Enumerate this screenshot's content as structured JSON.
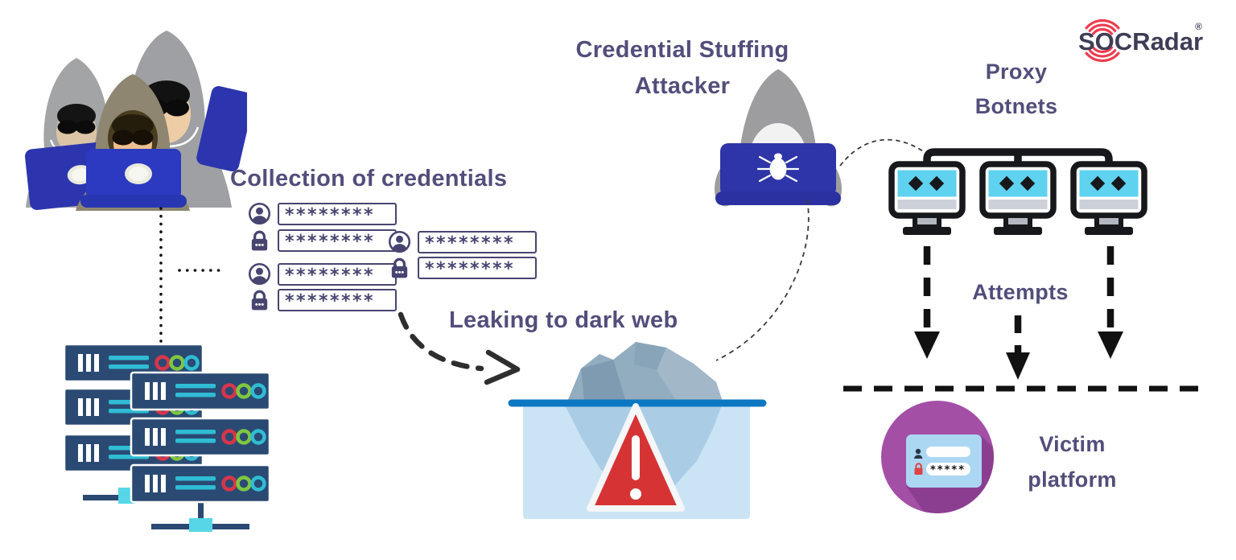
{
  "brand": {
    "name": "SOCRadar",
    "registered_mark": "®"
  },
  "collection": {
    "title": "Collection of credentials",
    "pairs": [
      {
        "username_mask": "********",
        "password_mask": "********"
      },
      {
        "username_mask": "********",
        "password_mask": "********"
      },
      {
        "username_mask": "********",
        "password_mask": "********"
      }
    ]
  },
  "leak": {
    "title": "Leaking to dark web"
  },
  "attacker": {
    "title_line1": "Credential Stuffing",
    "title_line2": "Attacker"
  },
  "proxy": {
    "title_line1": "Proxy",
    "title_line2": "Botnets"
  },
  "attempts": {
    "label": "Attempts"
  },
  "victim": {
    "title_line1": "Victim",
    "title_line2": "platform",
    "password_mask": "*****"
  },
  "colors": {
    "title_text": "#514e7b",
    "brand_navy": "#3f3d56",
    "brand_red": "#ef3b4e",
    "laptop_blue": "#2b3ac0",
    "attacker_laptop_blue": "#2e35a8",
    "server_navy": "#2a4a73",
    "cyan_accent": "#2fbcd4",
    "green_led": "#7fc640",
    "red_led": "#d8354a",
    "alert_red": "#d63434",
    "iceberg_top": "#93adc0",
    "iceberg_bottom": "#6b95b7",
    "water_light": "#bcdcf2",
    "water_line": "#0d78c2",
    "victim_purple": "#a34fa6",
    "connector_black": "#111111"
  }
}
